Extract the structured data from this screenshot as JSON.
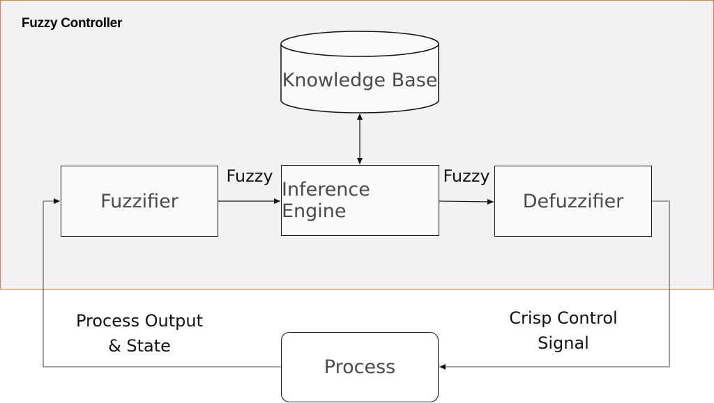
{
  "container": {
    "title": "Fuzzy Controller"
  },
  "blocks": {
    "knowledge_base": "Knowledge Base",
    "fuzzifier": "Fuzzifier",
    "inference_engine": "Inference Engine",
    "defuzzifier": "Defuzzifier",
    "process": "Process"
  },
  "edge_labels": {
    "fuzzy_left": "Fuzzy",
    "fuzzy_right": "Fuzzy",
    "process_output_line1": "Process Output",
    "process_output_line2": "& State",
    "crisp_line1": "Crisp Control",
    "crisp_line2": "Signal"
  },
  "colors": {
    "container_border": "#e07b39",
    "container_fill": "#f2f2f2",
    "block_border": "#111111",
    "block_text": "#4a4a4a"
  }
}
